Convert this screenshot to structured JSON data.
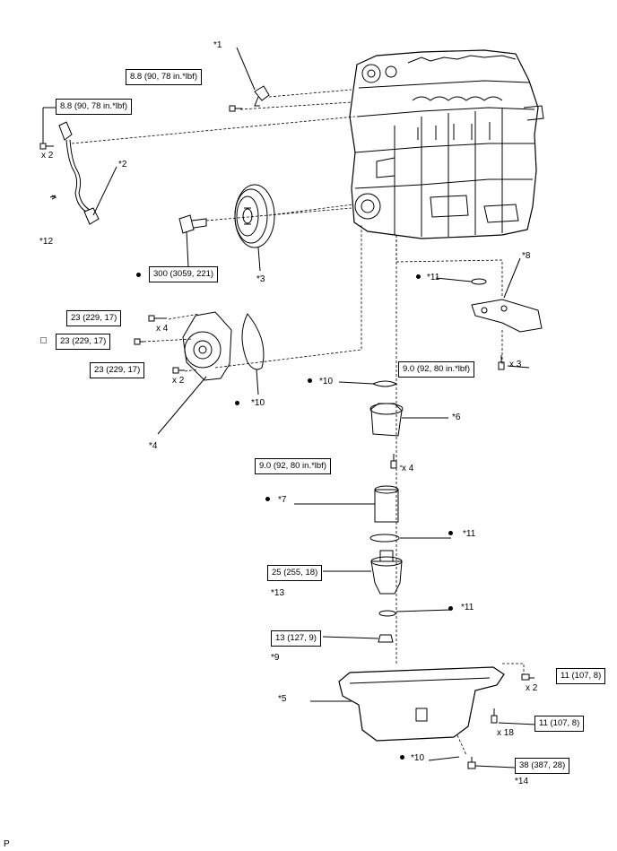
{
  "callouts": {
    "c1": "*1",
    "c2": "*2",
    "c3": "*3",
    "c4": "*4",
    "c5": "*5",
    "c6": "*6",
    "c7": "*7",
    "c8": "*8",
    "c9": "*9",
    "c10a": "*10",
    "c10b": "*10",
    "c10c": "*10",
    "c11a": "*11",
    "c11b": "*11",
    "c11c": "*11",
    "c12": "*12",
    "c13": "*13",
    "c14": "*14"
  },
  "torques": {
    "t1": "8.8 (90, 78 in.*lbf)",
    "t2": "8.8 (90, 78 in.*lbf)",
    "t3": "300 (3059, 221)",
    "t4": "23 (229, 17)",
    "t5": "23 (229, 17)",
    "t6": "23 (229, 17)",
    "t7": "9.0 (92, 80 in.*lbf)",
    "t8": "9.0 (92, 80 in.*lbf)",
    "t9": "25 (255, 18)",
    "t10": "13 (127, 9)",
    "t11": "11 (107, 8)",
    "t12": "11 (107, 8)",
    "t13": "38 (387, 28)"
  },
  "quantities": {
    "q1": "x 2",
    "q2": "x 4",
    "q3": "x 2",
    "q4": "x 3",
    "q5": "x 4",
    "q6": "x 2",
    "q7": "x 18"
  },
  "footer": {
    "corner_mark": "P"
  }
}
